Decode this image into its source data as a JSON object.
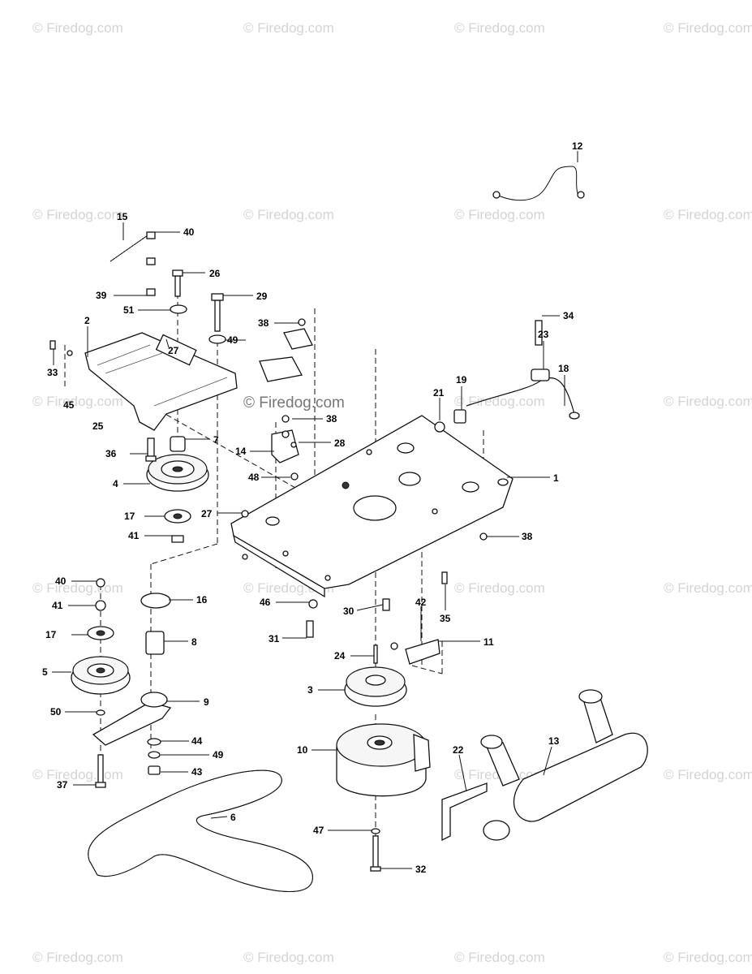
{
  "watermark": {
    "text": "© Firedog.com"
  },
  "callouts": [
    {
      "n": "1"
    },
    {
      "n": "2"
    },
    {
      "n": "3"
    },
    {
      "n": "4"
    },
    {
      "n": "5"
    },
    {
      "n": "6"
    },
    {
      "n": "7"
    },
    {
      "n": "8"
    },
    {
      "n": "9"
    },
    {
      "n": "10"
    },
    {
      "n": "11"
    },
    {
      "n": "12"
    },
    {
      "n": "13"
    },
    {
      "n": "14"
    },
    {
      "n": "15"
    },
    {
      "n": "16"
    },
    {
      "n": "17"
    },
    {
      "n": "17"
    },
    {
      "n": "18"
    },
    {
      "n": "19"
    },
    {
      "n": "21"
    },
    {
      "n": "22"
    },
    {
      "n": "23"
    },
    {
      "n": "24"
    },
    {
      "n": "25"
    },
    {
      "n": "26"
    },
    {
      "n": "27"
    },
    {
      "n": "27"
    },
    {
      "n": "28"
    },
    {
      "n": "29"
    },
    {
      "n": "30"
    },
    {
      "n": "31"
    },
    {
      "n": "32"
    },
    {
      "n": "33"
    },
    {
      "n": "34"
    },
    {
      "n": "35"
    },
    {
      "n": "36"
    },
    {
      "n": "37"
    },
    {
      "n": "38"
    },
    {
      "n": "38"
    },
    {
      "n": "38"
    },
    {
      "n": "39"
    },
    {
      "n": "40"
    },
    {
      "n": "40"
    },
    {
      "n": "41"
    },
    {
      "n": "41"
    },
    {
      "n": "42"
    },
    {
      "n": "43"
    },
    {
      "n": "44"
    },
    {
      "n": "45"
    },
    {
      "n": "46"
    },
    {
      "n": "47"
    },
    {
      "n": "48"
    },
    {
      "n": "49"
    },
    {
      "n": "49"
    },
    {
      "n": "50"
    },
    {
      "n": "51"
    }
  ]
}
